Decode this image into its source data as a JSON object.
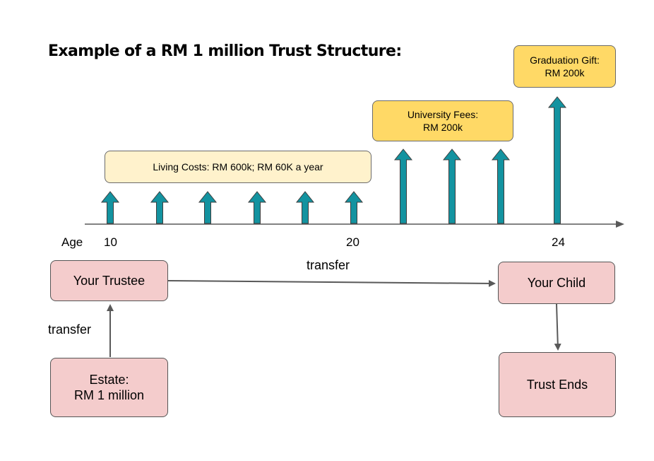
{
  "title": "Example of a RM 1 million Trust Structure:",
  "timeline": {
    "age_label": "Age",
    "ages": [
      {
        "label": "10",
        "age": 10
      },
      {
        "label": "20",
        "age": 20
      },
      {
        "label": "24",
        "age": 24
      }
    ],
    "payments": [
      {
        "category": "living"
      },
      {
        "category": "living"
      },
      {
        "category": "living"
      },
      {
        "category": "living"
      },
      {
        "category": "living"
      },
      {
        "category": "living"
      },
      {
        "category": "university"
      },
      {
        "category": "university"
      },
      {
        "category": "university"
      },
      {
        "category": "graduation"
      }
    ],
    "arrow_color": "#1393a0"
  },
  "callouts": {
    "living_costs": "Living Costs: RM 600k; RM 60K a year",
    "university_fees": "University Fees:\nRM 200k",
    "graduation_gift": "Graduation Gift:\nRM 200k"
  },
  "flow": {
    "trustee": "Your Trustee",
    "child": "Your Child",
    "estate": "Estate:\nRM 1 million",
    "trust_ends": "Trust Ends",
    "transfer_top": "transfer",
    "transfer_left": "transfer"
  },
  "colors": {
    "callout_light": "#fff2cc",
    "callout_gold": "#ffd966",
    "flow_box": "#f4cccc",
    "connector": "#595959"
  }
}
